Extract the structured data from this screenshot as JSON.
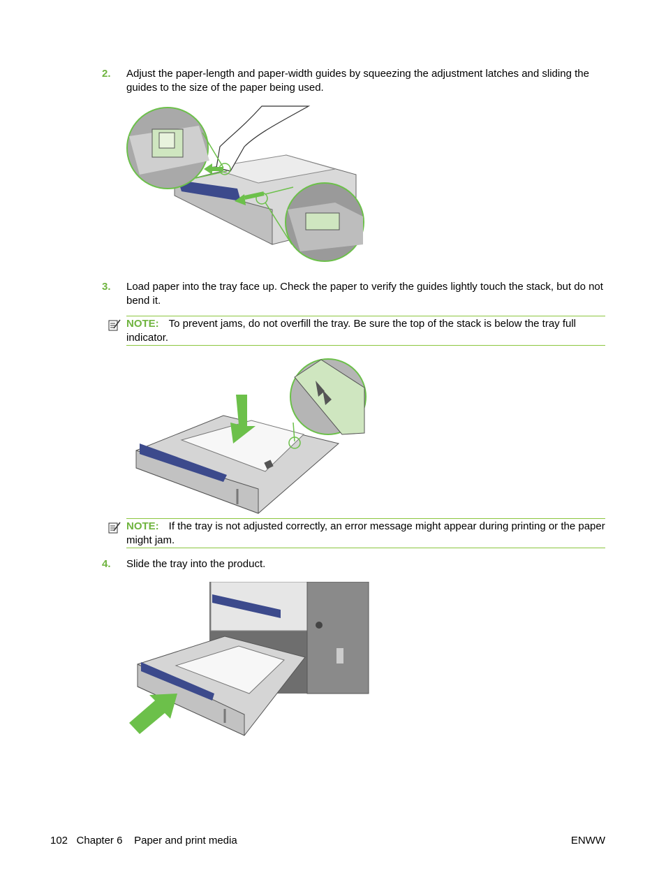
{
  "steps": [
    {
      "number": "2.",
      "text": "Adjust the paper-length and paper-width guides by squeezing the adjustment latches and sliding the guides to the size of the paper being used."
    },
    {
      "number": "3.",
      "text": "Load paper into the tray face up. Check the paper to verify the guides lightly touch the stack, but do not bend it."
    },
    {
      "number": "4.",
      "text": "Slide the tray into the product."
    }
  ],
  "notes": [
    {
      "label": "NOTE:",
      "text": "To prevent jams, do not overfill the tray. Be sure the top of the stack is below the tray full indicator."
    },
    {
      "label": "NOTE:",
      "text": "If the tray is not adjusted correctly, an error message might appear during printing or the paper might jam."
    }
  ],
  "colors": {
    "accent": "#6fb43f",
    "rule": "#8cc63f",
    "tray_blue": "#3c4a8c",
    "arrow_green": "#6cc04a"
  },
  "footer": {
    "page": "102",
    "chapter": "Chapter 6",
    "section": "Paper and print media",
    "right": "ENWW"
  }
}
